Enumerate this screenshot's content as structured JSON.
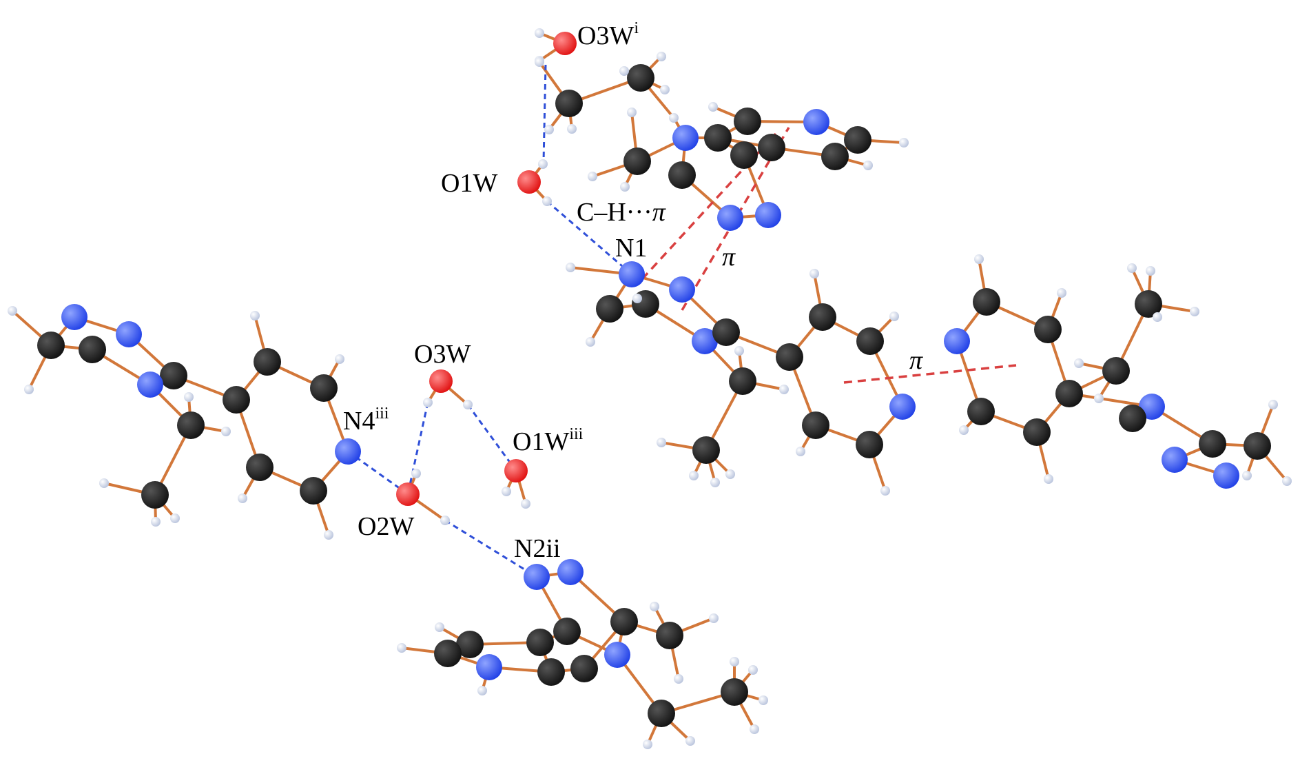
{
  "colors": {
    "carbon": "#111111",
    "nitrogen": "#1f3fe6",
    "oxygen": "#e01010",
    "hydrogen": "#dde4f4",
    "bond": "#d2773a",
    "hbond": "#2f4fd8",
    "pi": "#d94040"
  },
  "labels": {
    "o3w_i": {
      "base": "O3W",
      "sup": "i"
    },
    "o1w": {
      "base": "O1W"
    },
    "ch_pi": {
      "prefix": "C–H···",
      "pi": "π"
    },
    "n1": {
      "base": "N1"
    },
    "pi_upper": {
      "pi": "π"
    },
    "pi_right": {
      "pi": "π"
    },
    "o3w": {
      "base": "O3W"
    },
    "n4_iii": {
      "base": "N4",
      "sup": "iii"
    },
    "o1w_iii": {
      "base": "O1W",
      "sup": "iii"
    },
    "o2w": {
      "base": "O2W"
    },
    "n2_ii": {
      "base": "N2ii"
    }
  }
}
